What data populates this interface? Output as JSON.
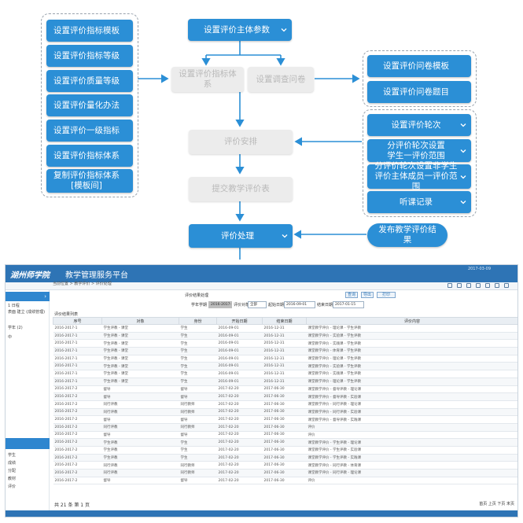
{
  "flowchart": {
    "left_group": [
      "设置评价指标模板",
      "设置评价指标等级",
      "设置评价质量等级",
      "设置评价量化办法",
      "设置评价一级指标",
      "设置评价指标体系",
      "复制评价指标体系\n[模板间]"
    ],
    "main_param": "设置评价主体参数",
    "index_system": "设置评价指标体系",
    "survey": "设置调查问卷",
    "arrangement": "评价安排",
    "submit": "提交教学评价表",
    "process": "评价处理",
    "publish": "发布教学评价结果",
    "questionnaire_group": [
      "设置评价问卷模板",
      "设置评价问卷题目"
    ],
    "round_group": [
      "设置评价轮次",
      "分评价轮次设置\n学生一评价范围",
      "分评价轮次设置非学生\n评价主体成员一评价范围",
      "听课记录"
    ]
  },
  "screenshot": {
    "logo": "湖州师学院",
    "platform_title": "教学管理服务平台",
    "header_right": "2017-03-09",
    "side_tab_arrow": "›",
    "side_items": [
      "1 日程",
      "表面 建立 (成绩管理)",
      "学年 (2)",
      "中"
    ],
    "side_items_lower": [
      "学生",
      "成绩",
      "分配",
      "教材",
      "评价"
    ],
    "breadcrumb": "当前位置 > 教学评价 > 评价处理",
    "query_label": "评价结果处理",
    "buttons": [
      "查询",
      "导出",
      "打印"
    ],
    "filters": [
      {
        "label": "学年学期",
        "value": "2016-2017-2"
      },
      {
        "label": "评价对象",
        "value": "全部"
      },
      {
        "label": "起始日期",
        "value": "2016-09-01"
      },
      {
        "label": "结束日期",
        "value": "2017-01-15"
      }
    ],
    "list_caption": "评价结果列表",
    "columns": [
      "序号",
      "对象",
      "身份",
      "开始日期",
      "结束日期",
      "评价内容"
    ],
    "rows": [
      [
        "2016-2017-1",
        "学生评教 - 课堂",
        "学生",
        "2016-09-01",
        "2016-12-31",
        "课堂教学评价 - 理论课 - 学生评教"
      ],
      [
        "2016-2017-1",
        "学生评教 - 课堂",
        "学生",
        "2016-09-01",
        "2016-12-31",
        "课堂教学评价 - 实验课 - 学生评教"
      ],
      [
        "2016-2017-1",
        "学生评教 - 课堂",
        "学生",
        "2016-09-01",
        "2016-12-31",
        "课堂教学评价 - 实践课 - 学生评教"
      ],
      [
        "2016-2017-1",
        "学生评教 - 课堂",
        "学生",
        "2016-09-01",
        "2016-12-31",
        "课堂教学评价 - 体育课 - 学生评教"
      ],
      [
        "2016-2017-1",
        "学生评教 - 课堂",
        "学生",
        "2016-09-01",
        "2016-12-31",
        "课堂教学评价 - 理论课 - 学生评教"
      ],
      [
        "2016-2017-1",
        "学生评教 - 课堂",
        "学生",
        "2016-09-01",
        "2016-12-31",
        "课堂教学评价 - 实验课 - 学生评教"
      ],
      [
        "2016-2017-1",
        "学生评教 - 课堂",
        "学生",
        "2016-09-01",
        "2016-12-31",
        "课堂教学评价 - 实践课 - 学生评教"
      ],
      [
        "2016-2017-1",
        "学生评教 - 课堂",
        "学生",
        "2016-09-01",
        "2016-12-31",
        "课堂教学评价 - 理论课 - 学生评教"
      ],
      [
        "2016-2017-2",
        "督导",
        "督导",
        "2017-02-20",
        "2017-06-30",
        "课堂教学评价 - 督导评教 - 理论课"
      ],
      [
        "2016-2017-2",
        "督导",
        "督导",
        "2017-02-20",
        "2017-06-30",
        "课堂教学评价 - 督导评教 - 实验课"
      ],
      [
        "2016-2017-2",
        "同行评教",
        "同行教师",
        "2017-02-20",
        "2017-06-30",
        "课堂教学评价 - 同行评教 - 理论课"
      ],
      [
        "2016-2017-2",
        "同行评教",
        "同行教师",
        "2017-02-20",
        "2017-06-30",
        "课堂教学评价 - 同行评教 - 实验课"
      ],
      [
        "2016-2017-2",
        "督导",
        "督导",
        "2017-02-20",
        "2017-06-30",
        "课堂教学评价 - 督导评教 - 实践课"
      ],
      [
        "2016-2017-2",
        "同行评教",
        "同行教师",
        "2017-02-20",
        "2017-06-30",
        "评价"
      ],
      [
        "2016-2017-2",
        "督导",
        "督导",
        "2017-02-20",
        "2017-06-30",
        "评价"
      ],
      [
        "2016-2017-2",
        "学生评教",
        "学生",
        "2017-02-20",
        "2017-06-30",
        "课堂教学评价 - 学生评教 - 理论课"
      ],
      [
        "2016-2017-2",
        "学生评教",
        "学生",
        "2017-02-20",
        "2017-06-30",
        "课堂教学评价 - 学生评教 - 实验课"
      ],
      [
        "2016-2017-2",
        "学生评教",
        "学生",
        "2017-02-20",
        "2017-06-30",
        "课堂教学评价 - 学生评教 - 实践课"
      ],
      [
        "2016-2017-2",
        "同行评教",
        "同行教师",
        "2017-02-20",
        "2017-06-30",
        "课堂教学评价 - 同行评教 - 体育课"
      ],
      [
        "2016-2017-2",
        "同行评教",
        "同行教师",
        "2017-02-20",
        "2017-06-30",
        "课堂教学评价 - 同行评教 - 理论课"
      ],
      [
        "2016-2017-2",
        "督导",
        "督导",
        "2017-02-20",
        "2017-06-30",
        "评价"
      ]
    ],
    "footer_left": "共 21 条  第 1 页",
    "footer_right": "首页 上页 下页 末页"
  },
  "colors": {
    "node_blue": "#2b8fd6",
    "node_gray": "#ececec",
    "header_blue": "#2e74b5"
  }
}
